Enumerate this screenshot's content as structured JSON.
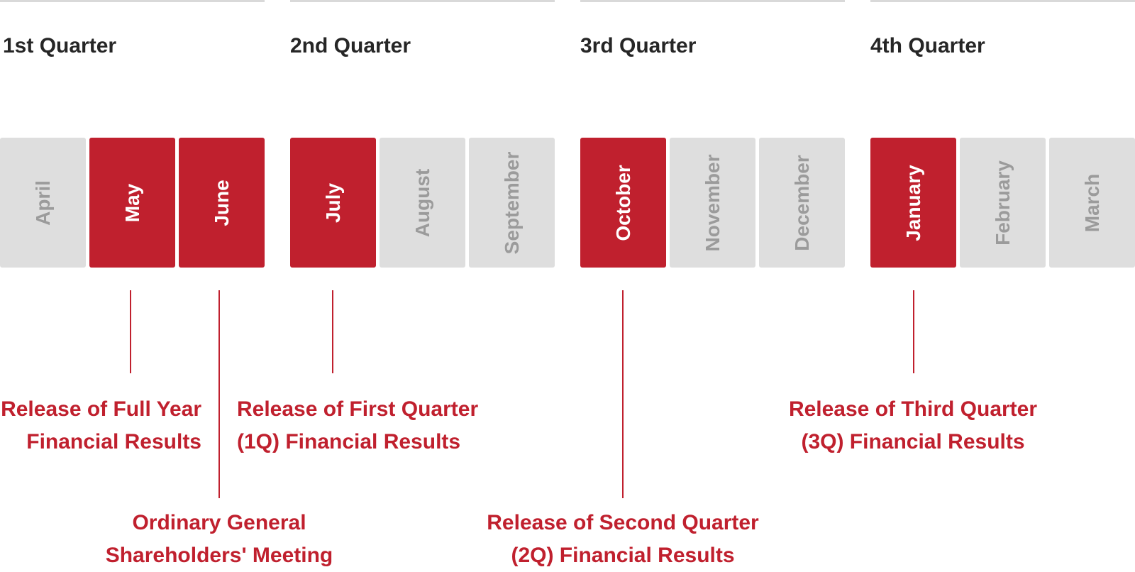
{
  "quarters": [
    {
      "title": "1st Quarter",
      "months": [
        "April",
        "May",
        "June"
      ]
    },
    {
      "title": "2nd Quarter",
      "months": [
        "July",
        "August",
        "September"
      ]
    },
    {
      "title": "3rd Quarter",
      "months": [
        "October",
        "November",
        "December"
      ]
    },
    {
      "title": "4th Quarter",
      "months": [
        "January",
        "February",
        "March"
      ]
    }
  ],
  "highlighted_months": [
    "May",
    "June",
    "July",
    "October",
    "January"
  ],
  "events": {
    "full_year": {
      "line1": "Release of Full Year",
      "line2": "Financial Results",
      "month": "May"
    },
    "agm": {
      "line1": "Ordinary General",
      "line2": "Shareholders' Meeting",
      "month": "June"
    },
    "q1": {
      "line1": "Release of First Quarter",
      "line2": "(1Q) Financial Results",
      "month": "July"
    },
    "q2": {
      "line1": "Release of Second Quarter",
      "line2": "(2Q) Financial Results",
      "month": "October"
    },
    "q3": {
      "line1": "Release of Third Quarter",
      "line2": "(3Q) Financial Results",
      "month": "January"
    }
  },
  "colors": {
    "accent": "#c0202e",
    "inactive_box": "#dedede",
    "inactive_text": "#9b9b9b",
    "heading": "#262626"
  }
}
